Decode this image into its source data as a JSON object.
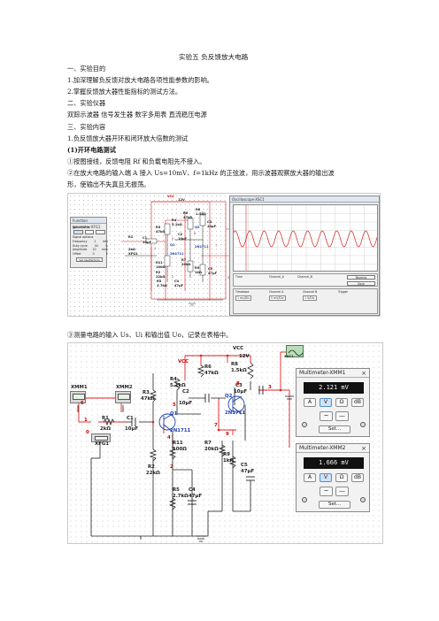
{
  "doc": {
    "title": "实验五  负反馈放大电路",
    "section1": "一、实验目的",
    "aim1": "1.加深理解负反馈对放大电路各项性能参数的影响。",
    "aim2": "2.掌握反馈放大器性能指标的测试方法。",
    "section2": "二、实验仪器",
    "instruments": "双踪示波器    信号发生器    数字多用表    直流稳压电源",
    "section3": "三、实验内容",
    "content1": "1.负反馈放大器开环和闭环放大倍数的测试",
    "sub1": "(1)开环电路测试",
    "step1": "①按图接线，反馈电阻 Rf 和负载电阻先不接入。",
    "step2a": "②在放大电路的输入端 A 接入 Us=10mV、f=1kHz 的正弦波，用示波器观察放大器的输出波",
    "step2b": "形，使输出不失真且无振荡。",
    "step3": "③测量电路的输入 Us、Ui 和输出值 Uo，记录在表格中。"
  },
  "fig1": {
    "fg_window_title": "Function generator-XFG1",
    "fg_waveforms": "Waveforms",
    "fg_signal_options": "Signal options",
    "fg_frequency": "Frequency",
    "fg_frequency_val": "1",
    "fg_frequency_unit": "kHz",
    "fg_duty": "Duty cycle",
    "fg_duty_val": "50",
    "fg_amplitude": "Amplitude",
    "fg_amplitude_val": "10",
    "fg_amplitude_unit": "mVp",
    "fg_offset": "Offset",
    "fg_offset_val": "0",
    "fg_set_rise": "Set rise/Fall time",
    "scope_title": "Oscilloscope-XSC1",
    "scope_time": "Time",
    "scope_ch_a": "Channel_A",
    "scope_ch_b": "Channel_B",
    "scope_reverse": "Reverse",
    "scope_save": "Save",
    "scope_timebase": "Timebase",
    "scope_timebase_val": "1 ms/Div",
    "scope_channel_a": "Channel A",
    "scope_channel_a_val": "5 mV/Div",
    "scope_channel_b": "Channel B",
    "scope_channel_b_val": "1 V/Div",
    "scope_trigger": "Trigger",
    "vcc_label": "VCC",
    "vcc_value": "12V",
    "r4": "R4",
    "r4_val": "5.1kΩ",
    "r6": "R6",
    "r6_val": "47kΩ",
    "r8": "R8",
    "r8_val": "1.5kΩ",
    "r3": "R3",
    "r3_val": "47kΩ",
    "r1": "R1",
    "r1_val": "2kΩ",
    "r2": "R2",
    "r2_val": "22kΩ",
    "r11": "R11",
    "r11_val": "100Ω",
    "r7": "R7",
    "r7_val": "20kΩ",
    "r9": "R9",
    "r9_val": "1kΩ",
    "r5": "R5",
    "r5_val": "2.7kΩ",
    "c1": "C1",
    "c1_val": "10µF",
    "c2": "C2",
    "c2_val": "10µF",
    "c3": "C3",
    "c3_val": "10µF",
    "c4": "C4",
    "c4_val": "47µF",
    "c5": "C5",
    "c5_val": "47µF",
    "q1": "Q1",
    "q1_model": "2N1711",
    "q2": "Q2",
    "q2_model": "2N1711",
    "xfg1": "XFG1"
  },
  "fig2": {
    "vcc_label": "VCC",
    "vcc_value": "12V",
    "xmm1": "XMM1",
    "xmm2": "XMM2",
    "xsc1": "XSC1",
    "xfg1": "XFG1",
    "r1": "R1",
    "r1_val": "2kΩ",
    "c1": "C1",
    "c1_val": "10µF",
    "r3": "R3",
    "r3_val": "47kΩ",
    "r4": "R4",
    "r4_val": "5.1kΩ",
    "r6": "R6",
    "r6_val": "47kΩ",
    "r8": "R8",
    "r8_val": "1.5kΩ",
    "c2": "C2",
    "c2_val": "10µF",
    "c3": "C3",
    "c3_val": "10µF",
    "q1": "Q1",
    "q1_model": "2N1711",
    "q2": "Q2",
    "q2_model": "2N1711",
    "r11": "R11",
    "r11_val": "100Ω",
    "r7": "R7",
    "r7_val": "20kΩ",
    "r9": "R9",
    "r9_val": "1kΩ",
    "c5": "C5",
    "c5_val": "47µF",
    "r2": "R2",
    "r2_val": "22kΩ",
    "r5": "R5",
    "r5_val": "2.7kΩ",
    "c4": "C4",
    "c4_val": "47µF",
    "nodes": [
      "6",
      "1",
      "4",
      "5",
      "8",
      "2",
      "7",
      "9",
      "3",
      "0"
    ],
    "mm1": {
      "title": "Multimeter-XMM1",
      "reading": "2.121 mV",
      "buttons": [
        "A",
        "V",
        "Ω",
        "dB"
      ],
      "set": "Set..."
    },
    "mm2": {
      "title": "Multimeter-XMM2",
      "reading": "1.666 mV",
      "buttons": [
        "A",
        "V",
        "Ω",
        "dB"
      ],
      "set": "Set..."
    }
  }
}
